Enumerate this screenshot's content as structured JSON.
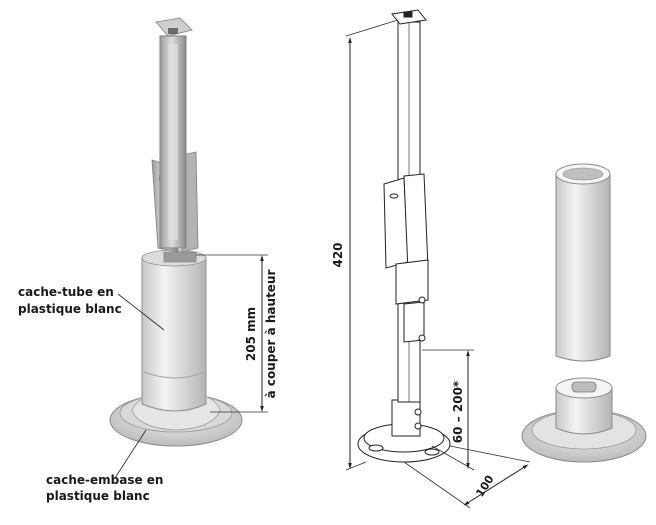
{
  "labels": {
    "cover_tube_line1": "cache-tube en",
    "cover_tube_line2": "plastique blanc",
    "cover_base_line1": "cache-embase en",
    "cover_base_line2": "plastique blanc"
  },
  "dimensions": {
    "cut_height": "205 mm",
    "cut_note": "à couper à hauteur",
    "total_height": "420",
    "adjust_range": "60 – 200*",
    "base_width": "100"
  }
}
